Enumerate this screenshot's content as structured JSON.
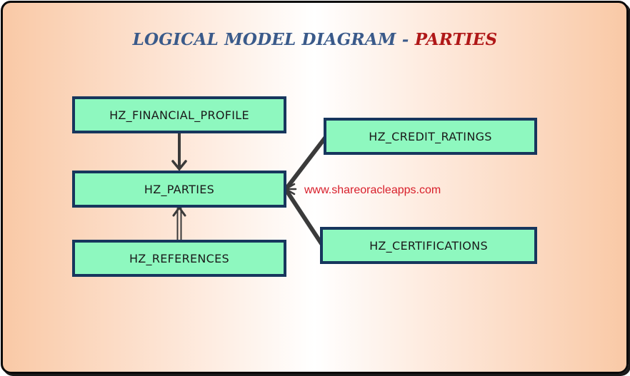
{
  "diagram": {
    "title": {
      "part1": "LOGICAL MODEL DIAGRAM",
      "separator": " - ",
      "part2": "PARTIES"
    },
    "watermark": "www.shareoracleapps.com",
    "entities": [
      {
        "id": "hz_financial_profile",
        "label": "HZ_FINANCIAL_PROFILE"
      },
      {
        "id": "hz_parties",
        "label": "HZ_PARTIES"
      },
      {
        "id": "hz_references",
        "label": "HZ_REFERENCES"
      },
      {
        "id": "hz_credit_ratings",
        "label": "HZ_CREDIT_RATINGS"
      },
      {
        "id": "hz_certifications",
        "label": "HZ_CERTIFICATIONS"
      }
    ],
    "relationships": [
      {
        "from": "HZ_FINANCIAL_PROFILE",
        "to": "HZ_PARTIES"
      },
      {
        "from": "HZ_REFERENCES",
        "to": "HZ_PARTIES"
      },
      {
        "from": "HZ_CREDIT_RATINGS",
        "to": "HZ_PARTIES"
      },
      {
        "from": "HZ_CERTIFICATIONS",
        "to": "HZ_PARTIES"
      }
    ],
    "colors": {
      "entity_fill": "#8ef8bf",
      "entity_border": "#17365d",
      "title_blue": "#3a5a8a",
      "title_red": "#b01818",
      "watermark_red": "#d81e2a",
      "arrow": "#3a3a3a"
    }
  }
}
